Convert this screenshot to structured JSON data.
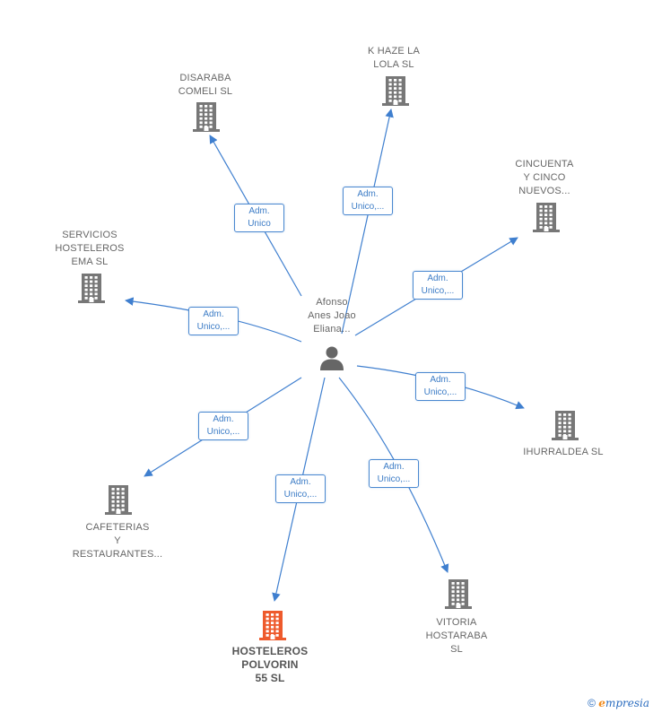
{
  "center": {
    "label": "Afonso\nAnes Joao\nEliana..."
  },
  "companies": [
    {
      "id": "k-haze",
      "label": "K HAZE LA\nLOLA  SL",
      "highlight": false
    },
    {
      "id": "disaraba",
      "label": "DISARABA\nCOMELI  SL",
      "highlight": false
    },
    {
      "id": "cincuenta",
      "label": "CINCUENTA\nY CINCO\nNUEVOS...",
      "highlight": false
    },
    {
      "id": "servicios",
      "label": "SERVICIOS\nHOSTELEROS\nEMA  SL",
      "highlight": false
    },
    {
      "id": "ihurraldea",
      "label": "IHURRALDEA SL",
      "highlight": false
    },
    {
      "id": "cafeterias",
      "label": "CAFETERIAS\nY\nRESTAURANTES...",
      "highlight": false
    },
    {
      "id": "vitoria",
      "label": "VITORIA\nHOSTARABA\nSL",
      "highlight": false
    },
    {
      "id": "hosteleros",
      "label": "HOSTELEROS\nPOLVORIN\n55  SL",
      "highlight": true
    }
  ],
  "edges": [
    {
      "to": "disaraba",
      "label": "Adm.\nUnico"
    },
    {
      "to": "k-haze",
      "label": "Adm.\nUnico,..."
    },
    {
      "to": "cincuenta",
      "label": "Adm.\nUnico,..."
    },
    {
      "to": "servicios",
      "label": "Adm.\nUnico,..."
    },
    {
      "to": "ihurraldea",
      "label": "Adm.\nUnico,..."
    },
    {
      "to": "cafeterias",
      "label": "Adm.\nUnico,..."
    },
    {
      "to": "hosteleros",
      "label": "Adm.\nUnico,..."
    },
    {
      "to": "vitoria",
      "label": "Adm.\nUnico,..."
    }
  ],
  "colors": {
    "edge": "#3f7fcf",
    "building": "#777777",
    "highlight_building": "#ee5a2c"
  },
  "footer": {
    "copyright": "©",
    "brand_first": "e",
    "brand_rest": "mpresia"
  }
}
